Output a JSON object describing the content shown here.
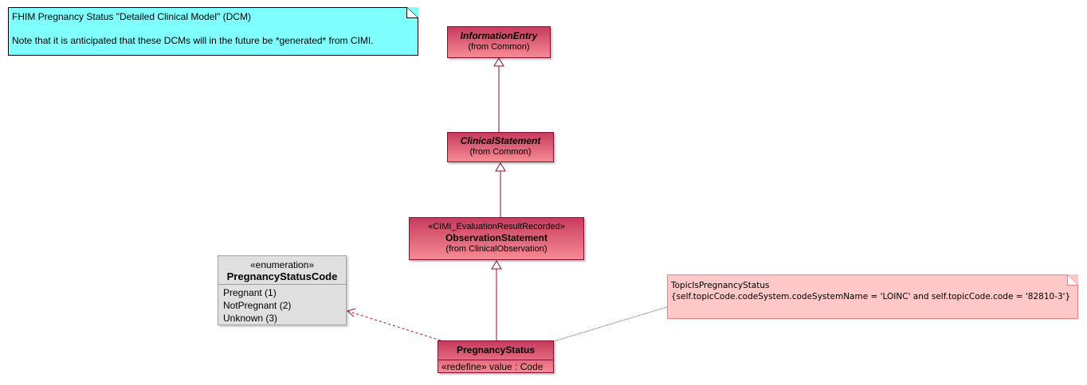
{
  "title_note": {
    "line1": "FHIM Pregnancy Status \"Detailed Clinical Model\" (DCM)",
    "line2": "Note that it is anticipated that these DCMs will in the future be *generated* from CIMI.",
    "color": "#80ffff"
  },
  "classes": {
    "information_entry": {
      "name": "InformationEntry",
      "origin": "(from Common)",
      "abstract": true
    },
    "clinical_statement": {
      "name": "ClinicalStatement",
      "origin": "(from Common)",
      "abstract": true
    },
    "observation_statement": {
      "stereotype": "«CIMI_EvaluationResultRecorded»",
      "name": "ObservationStatement",
      "origin": "(from ClinicalObservation)"
    },
    "pregnancy_status": {
      "name": "PregnancyStatus",
      "attribute": "«redefine» value : Code"
    }
  },
  "enumeration": {
    "stereotype": "«enumeration»",
    "name": "PregnancyStatusCode",
    "literals": [
      "Pregnant (1)",
      "NotPregnant (2)",
      "Unknown (3)"
    ]
  },
  "constraint_note": {
    "name": "TopicIsPregnancyStatus",
    "body": "{self.topicCode.codeSystem.codeSystemName = 'LOINC' and self.topicCode.code = '82810-3'}",
    "color": "#ffc8c8"
  },
  "colors": {
    "class_fill_top": "#c83b5e",
    "class_fill_bottom": "#f68b94",
    "class_border": "#8c0b31",
    "enum_fill": "#e0e0e0"
  }
}
